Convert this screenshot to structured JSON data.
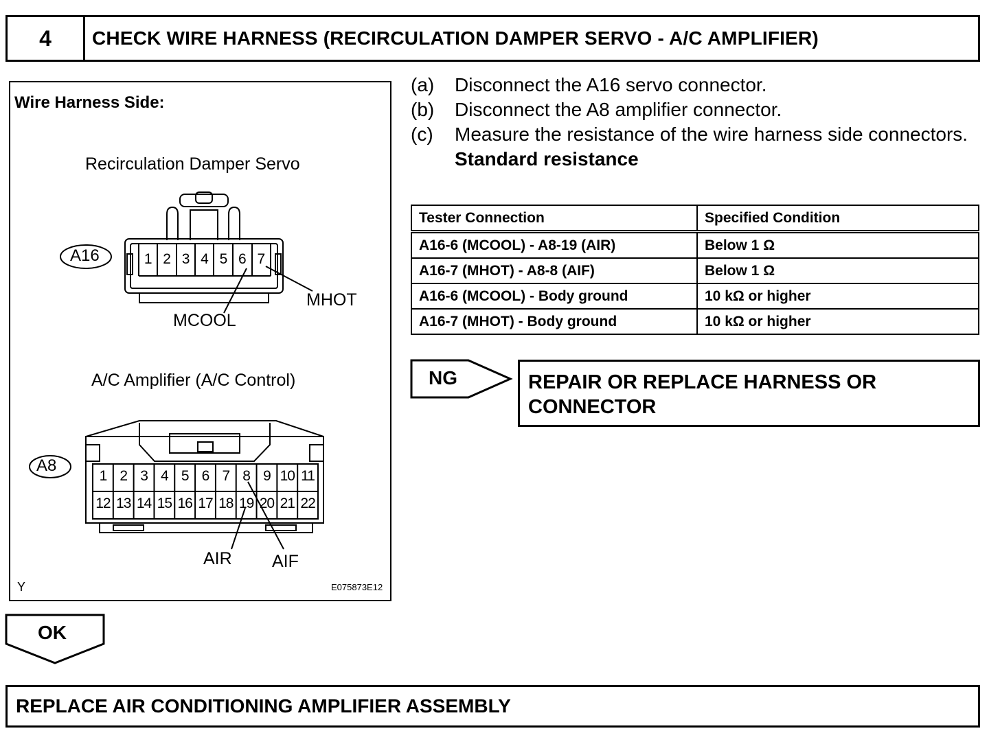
{
  "header": {
    "step_number": "4",
    "title": "CHECK WIRE HARNESS (RECIRCULATION DAMPER SERVO - A/C AMPLIFIER)"
  },
  "figure": {
    "side_label": "Wire Harness Side:",
    "servo_title": "Recirculation Damper Servo",
    "servo_tag": "A16",
    "servo_pins": [
      "1",
      "2",
      "3",
      "4",
      "5",
      "6",
      "7"
    ],
    "mcool_label": "MCOOL",
    "mhot_label": "MHOT",
    "amp_title": "A/C Amplifier (A/C Control)",
    "amp_tag": "A8",
    "amp_row1": [
      "1",
      "2",
      "3",
      "4",
      "5",
      "6",
      "7",
      "8",
      "9",
      "10",
      "11"
    ],
    "amp_row2": [
      "12",
      "13",
      "14",
      "15",
      "16",
      "17",
      "18",
      "19",
      "20",
      "21",
      "22"
    ],
    "air_label": "AIR",
    "aif_label": "AIF",
    "corner_left": "Y",
    "figure_code": "E075873E12"
  },
  "steps": [
    {
      "letter": "(a)",
      "text": "Disconnect the A16 servo connector."
    },
    {
      "letter": "(b)",
      "text": "Disconnect the A8 amplifier connector."
    },
    {
      "letter": "(c)",
      "text": "Measure the resistance of the wire harness side connectors."
    }
  ],
  "standard_label": "Standard resistance",
  "table": {
    "headers": [
      "Tester Connection",
      "Specified Condition"
    ],
    "rows": [
      [
        "A16-6 (MCOOL) - A8-19 (AIR)",
        "Below 1 Ω"
      ],
      [
        "A16-7 (MHOT) - A8-8 (AIF)",
        "Below 1 Ω"
      ],
      [
        "A16-6 (MCOOL) - Body ground",
        "10 kΩ or higher"
      ],
      [
        "A16-7 (MHOT) - Body ground",
        "10 kΩ or higher"
      ]
    ]
  },
  "ng": {
    "label": "NG",
    "action": "REPAIR OR REPLACE HARNESS OR CONNECTOR"
  },
  "ok": {
    "label": "OK"
  },
  "final_action": "REPLACE AIR CONDITIONING AMPLIFIER ASSEMBLY"
}
